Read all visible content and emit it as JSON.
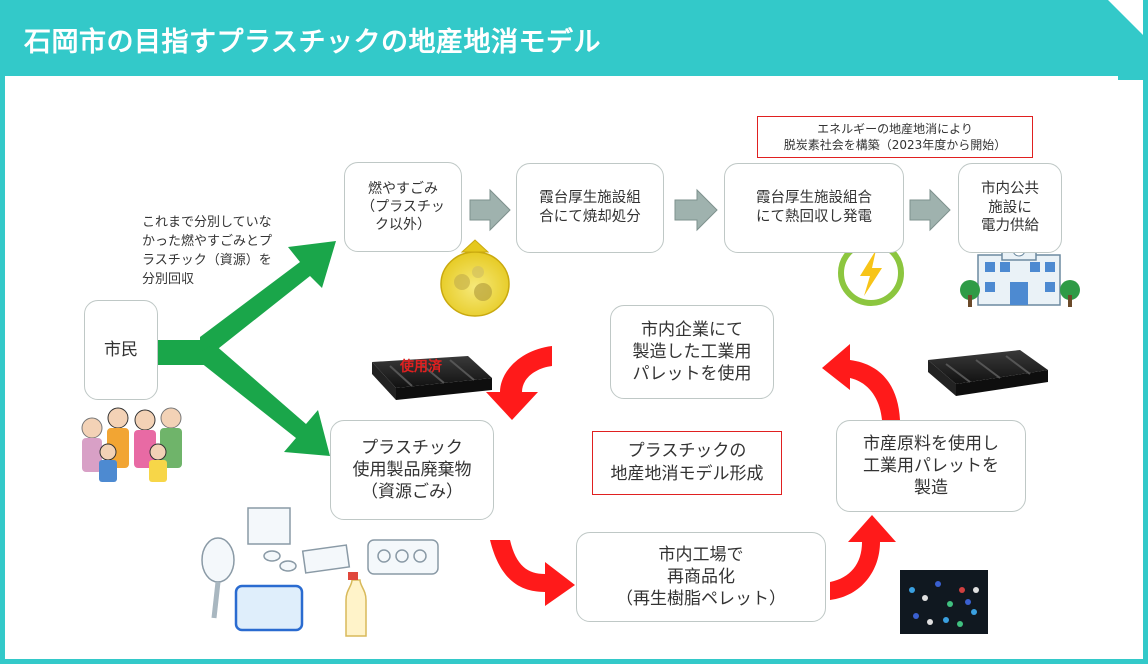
{
  "header": {
    "title": "石岡市の目指すプラスチックの地産地消モデル"
  },
  "colors": {
    "accent": "#33c9c9",
    "green_arrow": "#1aa64a",
    "red_arrow": "#ff1a1a",
    "gray_arrow": "#9fb2ae"
  },
  "annotation": "エネルギーの地産地消により\n脱炭素社会を構築（2023年度から開始）",
  "separation_note": "これまで分別していな\nかった燃やすごみとプ\nラスチック（資源）を\n分別回収",
  "citizens": {
    "label": "市民"
  },
  "top_flow": [
    {
      "label": "燃やすごみ\n（プラスチッ\nク以外）"
    },
    {
      "label": "霞台厚生施設組\n合にて焼却処分"
    },
    {
      "label": "霞台厚生施設組合\nにて熱回収し発電"
    },
    {
      "label": "市内公共\n施設に\n電力供給"
    }
  ],
  "cycle": {
    "waste": "プラスチック\n使用製品廃棄物\n（資源ごみ）",
    "factory": "市内工場で\n再商品化\n（再生樹脂ペレット）",
    "manufacture": "市産原料を使用し\n工業用パレットを\n製造",
    "use": "市内企業にて\n製造した工業用\nパレットを使用",
    "center": "プラスチックの\n地産地消モデル形成"
  },
  "pallet_stamp": "使用済",
  "icons": {
    "trash_bag": "garbage-bag-icon",
    "lightning": "lightning-icon",
    "building": "public-building-icon",
    "family": "citizens-family-icon",
    "pallet": "pallet-icon",
    "plastic_items": "plastic-items-icon",
    "pellets": "resin-pellets-icon"
  }
}
